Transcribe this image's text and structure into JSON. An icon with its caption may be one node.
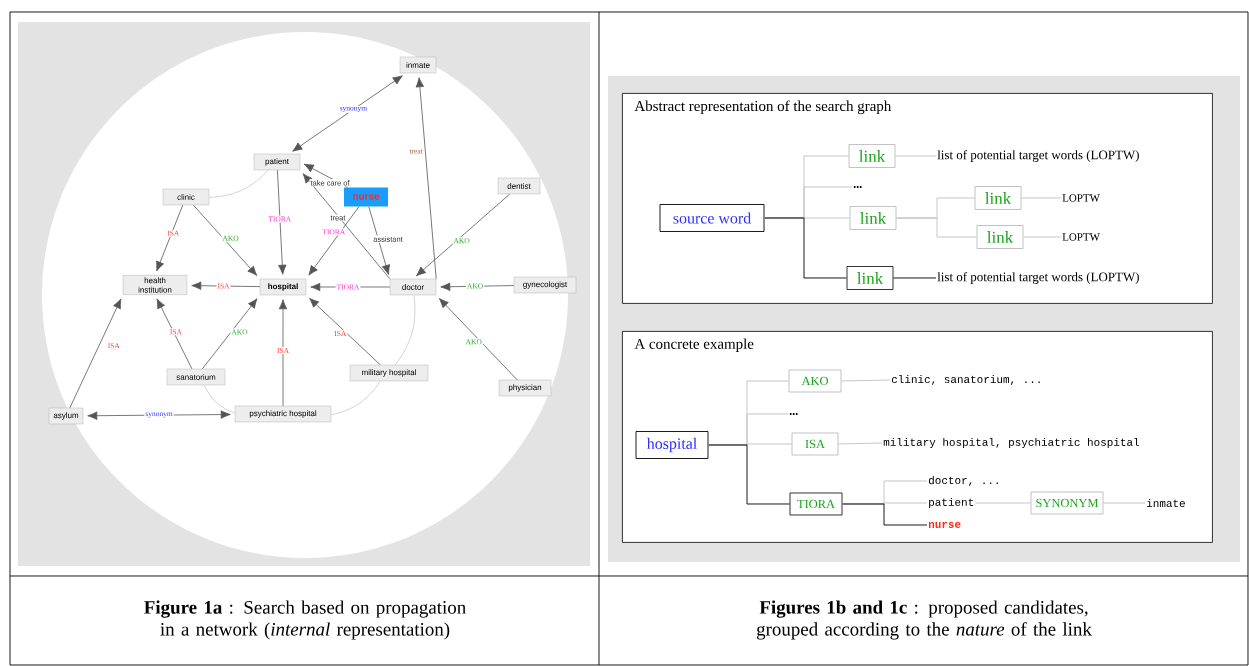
{
  "diagram": {
    "nodes": [
      {
        "text": [
          "inmate"
        ]
      },
      {
        "text": [
          "patient"
        ]
      },
      {
        "text": [
          "clinic"
        ]
      },
      {
        "text": [
          "nurse"
        ]
      },
      {
        "text": [
          "dentist"
        ]
      },
      {
        "text": [
          "health institution"
        ]
      },
      {
        "text": [
          "hospital"
        ]
      },
      {
        "text": [
          "doctor"
        ]
      },
      {
        "text": [
          "gynecologist"
        ]
      },
      {
        "text": [
          "sanatorium"
        ]
      },
      {
        "text": [
          "military hospital"
        ]
      },
      {
        "text": [
          "physician"
        ]
      },
      {
        "text": [
          "asylum"
        ]
      },
      {
        "text": [
          "psychiatric hospital"
        ]
      },
      {
        "text": [
          "Abstract representation of the search graph"
        ]
      },
      {
        "text": [
          "source word"
        ],
        "in": 14
      },
      {
        "text": [
          "link"
        ],
        "in": 14
      },
      {
        "text": [
          "..."
        ],
        "in": 14
      },
      {
        "text": [
          "list of potential target words (LOPTW)"
        ],
        "in": 14
      },
      {
        "text": [
          "link"
        ],
        "in": 14
      },
      {
        "text": [
          "link"
        ],
        "in": 14
      },
      {
        "text": [
          "LOPTW"
        ],
        "in": 14
      },
      {
        "text": [
          "link"
        ],
        "in": 14
      },
      {
        "text": [
          "LOPTW"
        ],
        "in": 14
      },
      {
        "text": [
          "link"
        ],
        "in": 14
      },
      {
        "text": [
          "list of potential target words (LOPTW)"
        ],
        "in": 14
      },
      {
        "text": [
          "A concrete example"
        ]
      },
      {
        "text": [
          "hospital"
        ],
        "in": 26
      },
      {
        "text": [
          "AKO"
        ],
        "in": 26
      },
      {
        "text": [
          "clinic, sanatorium, ..."
        ],
        "in": 26
      },
      {
        "text": [
          "..."
        ],
        "in": 26
      },
      {
        "text": [
          "ISA"
        ],
        "in": 26
      },
      {
        "text": [
          "military hospital, psychiatric hospital"
        ],
        "in": 26
      },
      {
        "text": [
          "TIORA"
        ],
        "in": 26
      },
      {
        "text": [
          "doctor, ..."
        ],
        "in": 26
      },
      {
        "text": [
          "patient"
        ],
        "in": 26
      },
      {
        "text": [
          "SYNONYM"
        ],
        "in": 26
      },
      {
        "text": [
          "inmate"
        ],
        "in": 26
      },
      {
        "text": [
          "nurse"
        ],
        "in": 26
      }
    ],
    "edges": [
      {
        "from": 1,
        "to": 0,
        "arrow": "both",
        "label": "synonym"
      },
      {
        "from": 7,
        "to": 0,
        "arrow": "to",
        "label": "treat"
      },
      {
        "from": 3,
        "to": 1,
        "arrow": "to",
        "label": "take care of"
      },
      {
        "from": 7,
        "to": 1,
        "arrow": "to",
        "label": "treat"
      },
      {
        "from": 3,
        "to": 6,
        "arrow": "to",
        "label": "TIORA"
      },
      {
        "from": 3,
        "to": 7,
        "arrow": "to",
        "label": "assistant"
      },
      {
        "from": 1,
        "to": 6,
        "arrow": "to",
        "label": "TIORA"
      },
      {
        "from": 2,
        "to": 5,
        "arrow": "to",
        "label": "ISA"
      },
      {
        "from": 2,
        "to": 6,
        "arrow": "to",
        "label": "AKO"
      },
      {
        "from": 6,
        "to": 5,
        "arrow": "to",
        "label": "ISA"
      },
      {
        "from": 7,
        "to": 6,
        "arrow": "to",
        "label": "TIORA"
      },
      {
        "from": 4,
        "to": 7,
        "arrow": "to",
        "label": "AKO"
      },
      {
        "from": 8,
        "to": 7,
        "arrow": "to",
        "label": "AKO"
      },
      {
        "from": 11,
        "to": 7,
        "arrow": "to",
        "label": "AKO"
      },
      {
        "from": 9,
        "to": 5,
        "arrow": "to",
        "label": "ISA"
      },
      {
        "from": 9,
        "to": 6,
        "arrow": "to",
        "label": "AKO"
      },
      {
        "from": 13,
        "to": 6,
        "arrow": "to",
        "label": "ISA"
      },
      {
        "from": 10,
        "to": 6,
        "arrow": "to",
        "label": "ISA"
      },
      {
        "from": 12,
        "to": 5,
        "arrow": "to",
        "label": "ISA"
      },
      {
        "from": 12,
        "to": 13,
        "arrow": "both",
        "label": "synonym"
      },
      {
        "from": 2,
        "to": 1,
        "arrow": "none",
        "color": "#c8c8c8"
      },
      {
        "from": 9,
        "to": 13,
        "arrow": "none",
        "color": "#c8c8c8"
      },
      {
        "from": 13,
        "to": 10,
        "arrow": "none",
        "color": "#c8c8c8"
      },
      {
        "from": 10,
        "to": 7,
        "arrow": "none",
        "color": "#c8c8c8"
      },
      {
        "from": 15,
        "to": 16,
        "arrow": "none",
        "color": "#c0c0c0"
      },
      {
        "from": 15,
        "to": 17,
        "arrow": "none",
        "color": "#c0c0c0"
      },
      {
        "from": 15,
        "to": 19,
        "arrow": "none",
        "color": "#c0c0c0"
      },
      {
        "from": 15,
        "to": 24,
        "arrow": "none",
        "color": "#000000"
      },
      {
        "from": 16,
        "to": 18,
        "arrow": "none",
        "color": "#c0c0c0"
      },
      {
        "from": 19,
        "to": 20,
        "arrow": "none",
        "color": "#c0c0c0"
      },
      {
        "from": 19,
        "to": 22,
        "arrow": "none",
        "color": "#c0c0c0"
      },
      {
        "from": 20,
        "to": 21,
        "arrow": "none",
        "color": "#c0c0c0"
      },
      {
        "from": 22,
        "to": 23,
        "arrow": "none",
        "color": "#c0c0c0"
      },
      {
        "from": 24,
        "to": 25,
        "arrow": "none",
        "color": "#000000"
      },
      {
        "from": 27,
        "to": 28,
        "arrow": "none",
        "color": "#c0c0c0"
      },
      {
        "from": 27,
        "to": 30,
        "arrow": "none",
        "color": "#c0c0c0"
      },
      {
        "from": 27,
        "to": 31,
        "arrow": "none",
        "color": "#c0c0c0"
      },
      {
        "from": 27,
        "to": 33,
        "arrow": "none",
        "color": "#000000"
      },
      {
        "from": 28,
        "to": 29,
        "arrow": "none",
        "color": "#c0c0c0"
      },
      {
        "from": 31,
        "to": 32,
        "arrow": "none",
        "color": "#c0c0c0"
      },
      {
        "from": 33,
        "to": 34,
        "arrow": "none",
        "color": "#c0c0c0"
      },
      {
        "from": 33,
        "to": 35,
        "arrow": "none",
        "color": "#c0c0c0"
      },
      {
        "from": 33,
        "to": 38,
        "arrow": "none",
        "color": "#000000"
      },
      {
        "from": 35,
        "to": 36,
        "arrow": "none",
        "color": "#c0c0c0"
      },
      {
        "from": 36,
        "to": 37,
        "arrow": "none",
        "color": "#c0c0c0"
      }
    ],
    "labels": [
      "**Figure 1a** : Search based on propagation in a network (*internal* representation)",
      "**Figures 1b and 1c** : proposed candidates, grouped according to the *nature* of the link"
    ]
  }
}
